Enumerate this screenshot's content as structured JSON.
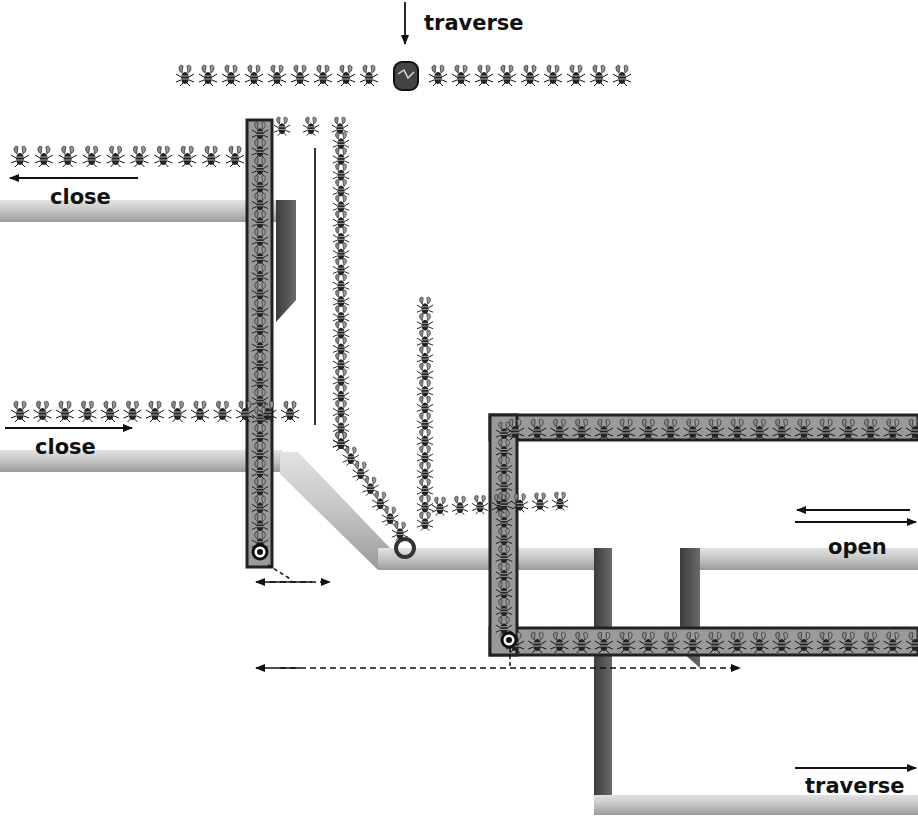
{
  "diagram": {
    "labels": [
      "traverse",
      "close",
      "close",
      "open",
      "traverse"
    ]
  }
}
